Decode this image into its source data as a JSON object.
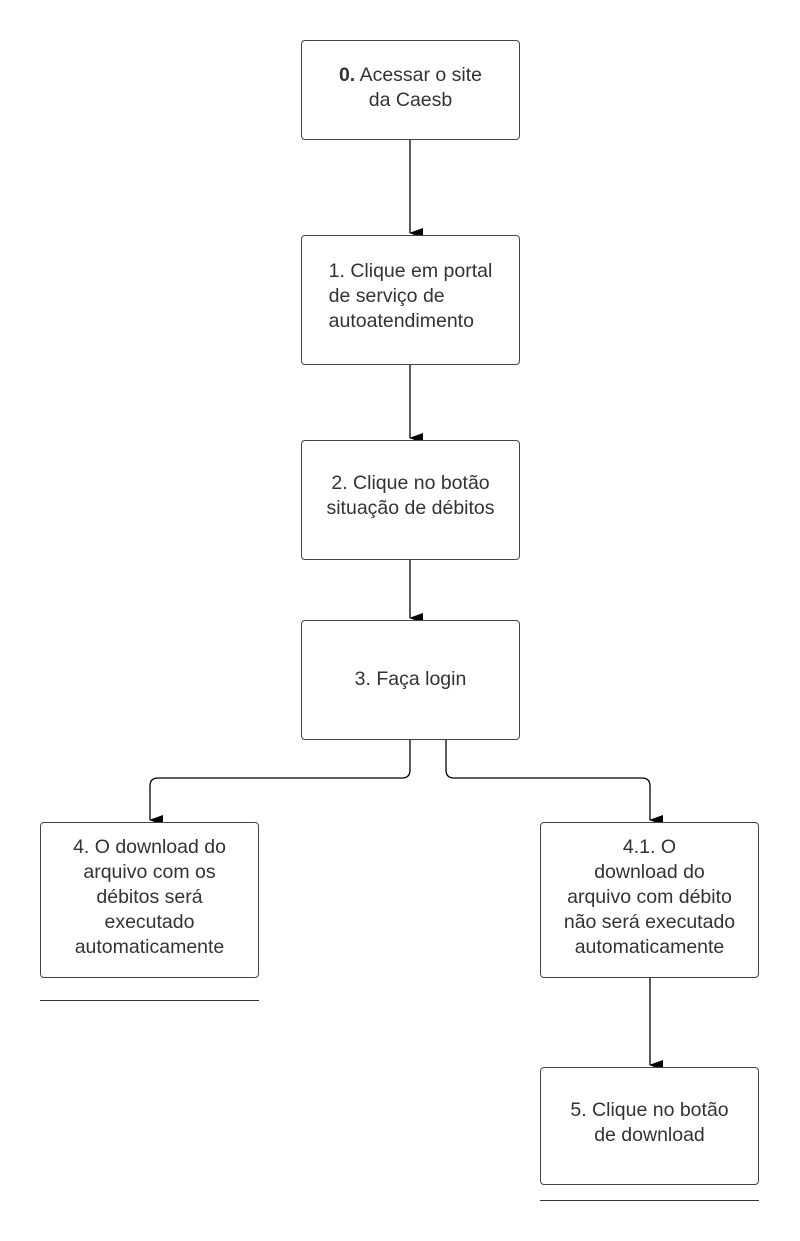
{
  "diagram": {
    "colors": {
      "stroke": "#444444",
      "text": "#333333",
      "background": "#ffffff"
    },
    "nodes": {
      "step0": {
        "number": "0.",
        "text": "Acessar o site\nda Caesb"
      },
      "step1": {
        "text": "1. Clique em portal\n    de serviço de\n    autoatendimento"
      },
      "step2": {
        "text": "2.   Clique no botão\nsituação de débitos"
      },
      "step3": {
        "text": "3.   Faça login"
      },
      "step4": {
        "text": "4.    O download do\narquivo com os\ndébitos será\nexecutado\nautomaticamente"
      },
      "step41": {
        "text": "4.1.        O\ndownload do\narquivo com débito\nnão será executado\nautomaticamente"
      },
      "step5": {
        "text": "5.   Clique no botão\nde download"
      }
    }
  }
}
